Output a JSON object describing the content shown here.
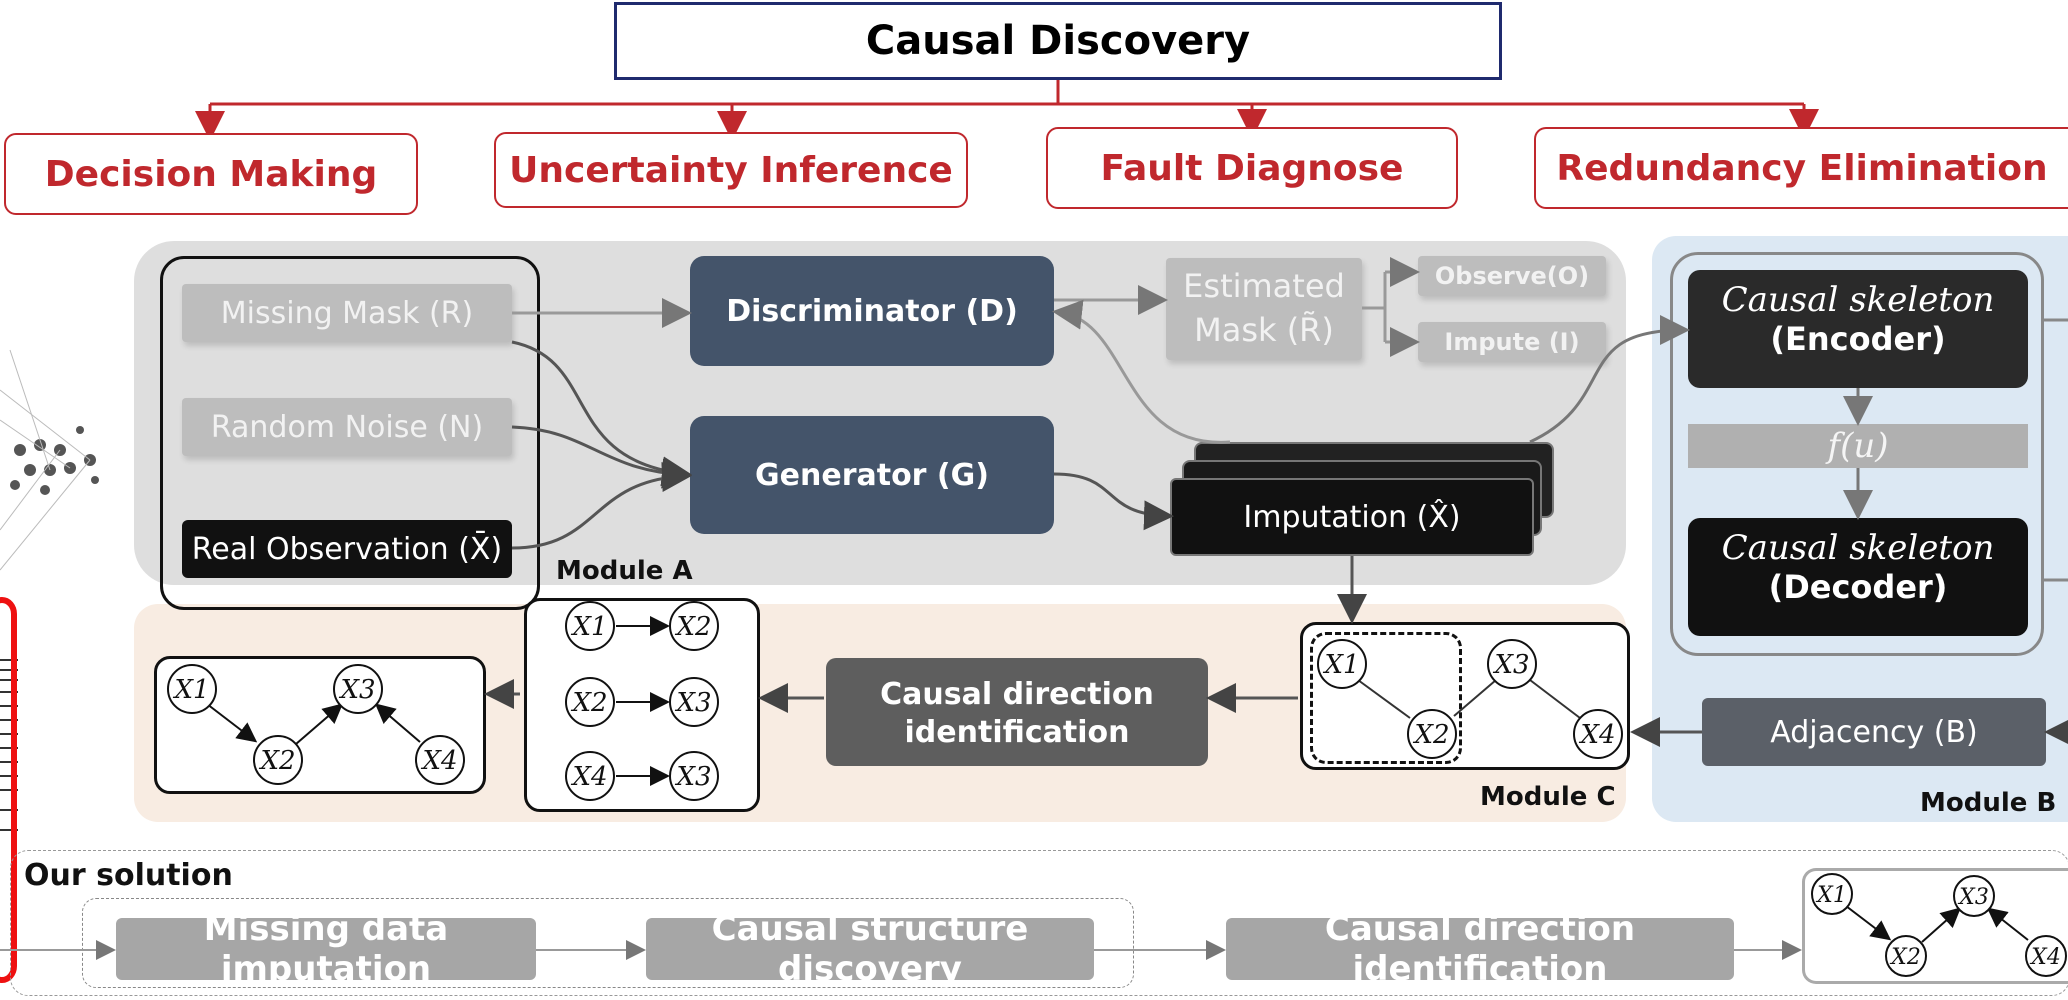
{
  "title": "Causal Discovery",
  "applications": [
    "Decision Making",
    "Uncertainty Inference",
    "Fault Diagnose",
    "Redundancy Elimination"
  ],
  "module_a": {
    "label": "Module A",
    "missing_mask": "Missing Mask (R)",
    "random_noise": "Random Noise (N)",
    "real_observation": "Real Observation (X̄)",
    "discriminator": "Discriminator (D)",
    "generator": "Generator (G)",
    "estimated_mask_line1": "Estimated",
    "estimated_mask_line2": "Mask (R̃)",
    "observe": "Observe(O)",
    "impute": "Impute (I)",
    "imputation": "Imputation (X̂)"
  },
  "module_b": {
    "label": "Module B",
    "encoder_line1": "Causal skeleton",
    "encoder_line2": "(Encoder)",
    "fu": "f(u)",
    "decoder_line1": "Causal skeleton",
    "decoder_line2": "(Decoder)",
    "adjacency": "Adjacency (B)"
  },
  "module_c": {
    "label": "Module C",
    "direction_line1": "Causal direction",
    "direction_line2": "identification"
  },
  "nodes": {
    "x1": "X1",
    "x2": "X2",
    "x3": "X3",
    "x4": "X4"
  },
  "solution": {
    "label": "Our solution",
    "steps": [
      "Missing data imputation",
      "Causal structure discovery",
      "Causal direction identification"
    ]
  },
  "colors": {
    "red": "#c0282d",
    "navy": "#44546a",
    "module_ab_bg": "#dedede",
    "module_b_bg": "#dce8f3",
    "module_c_bg": "#f8ece2"
  }
}
